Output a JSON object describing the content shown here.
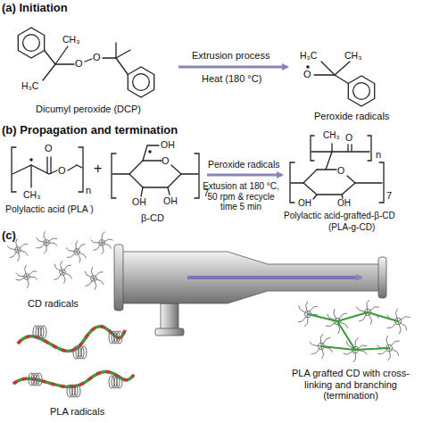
{
  "diagram": {
    "labels": [
      "(a) Initiation",
      "H₃C",
      "CH₃",
      "O",
      "O",
      "Dicumyl peroxide (DCP)",
      "Extrusion process",
      "Heat (180 °C)",
      "H₃C",
      "CH₃",
      "O",
      "Peroxide radicals",
      "(b) Propagation and termination",
      "O",
      "O",
      "CH₃",
      "n",
      "Polylactic acid (PLA )",
      "+",
      "OH",
      "O",
      "OH",
      "OH",
      "7",
      "β-CD",
      "Peroxide radicals",
      "Extusion at 180 °C, 50 rpm & recycle time 5 min",
      "CH₃",
      "O",
      "n",
      "O",
      "OH",
      "OH",
      "7",
      "Polylactic acid-grafted-β-CD",
      "(PLA-g-CD)",
      "(c)",
      "CD radicals",
      "PLA radicals",
      "PLA grafted CD with cross-linking and branching (termination)"
    ]
  }
}
